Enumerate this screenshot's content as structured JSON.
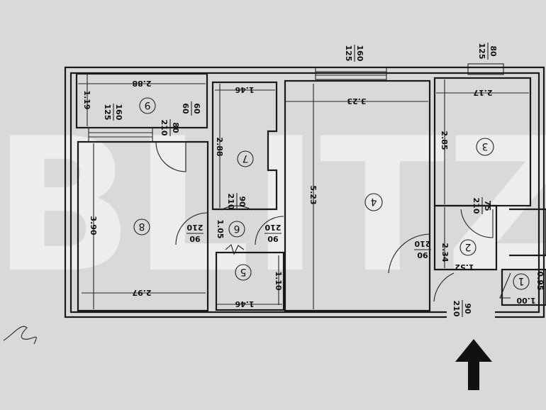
{
  "watermark": "BLITZ",
  "rooms": [
    "1",
    "2",
    "3",
    "4",
    "5",
    "6",
    "7",
    "8",
    "9"
  ],
  "dimensions": {
    "r9_width": "2.88",
    "r9_depth": "1.19",
    "r8_width": "2.97",
    "r8_depth": "3.90",
    "r7_width": "1.46",
    "r7_depth": "2.88",
    "r6_depth": "1.05",
    "r5_width": "1.46",
    "r5_depth": "1.10",
    "r4_width": "3.23",
    "r4_depth": "5.23",
    "r3_width": "2.17",
    "r3_depth": "2.85",
    "r2_width": "1.52",
    "r2_depth": "2.34",
    "r1_width": "1.00",
    "r1_depth": "0.95"
  },
  "openings": {
    "w9": [
      "160",
      "125"
    ],
    "w9b": [
      "60",
      "60"
    ],
    "d9": [
      "80",
      "210"
    ],
    "d7": [
      "90",
      "210"
    ],
    "d8": [
      "90",
      "210"
    ],
    "d5": [
      "90",
      "210"
    ],
    "w4": [
      "160",
      "125"
    ],
    "w3": [
      "80",
      "125"
    ],
    "d3": [
      "75",
      "210"
    ],
    "d4": [
      "90",
      "210"
    ],
    "entrance": [
      "90",
      "210"
    ]
  },
  "colors": {
    "paper": "#d9d9d7",
    "ink": "#1a1a1a"
  }
}
